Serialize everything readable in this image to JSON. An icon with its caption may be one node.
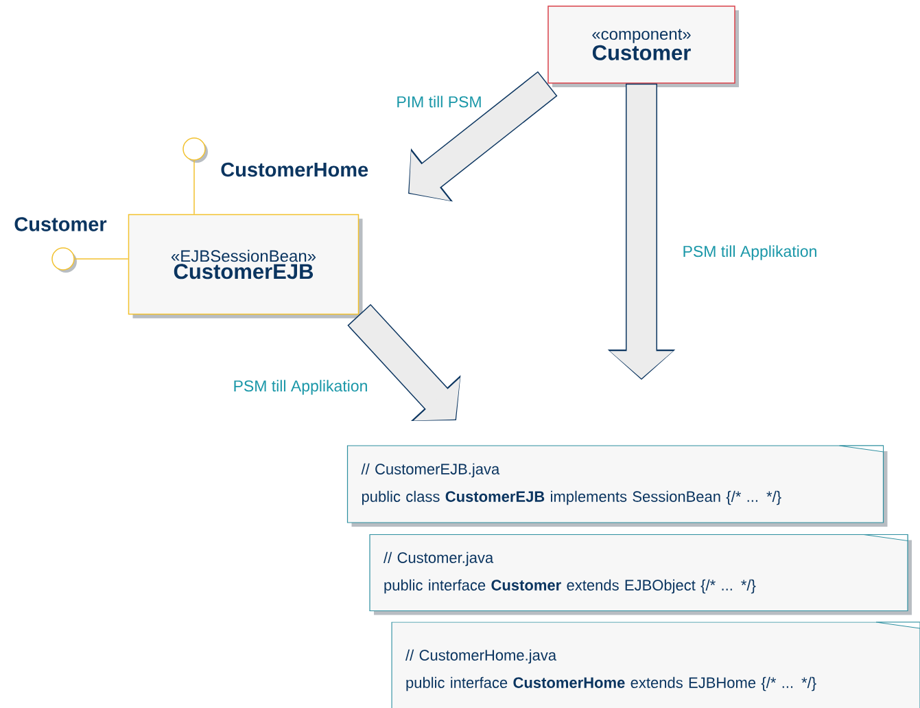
{
  "diagram": {
    "nodes": [
      {
        "text": [
          "«component»",
          "Customer"
        ]
      },
      {
        "text": [
          "«EJBSessionBean»",
          "CustomerEJB"
        ]
      },
      {
        "text": [
          "CustomerHome"
        ]
      },
      {
        "text": [
          "Customer"
        ]
      },
      {
        "text": [
          "// CustomerEJB.java",
          "public class **CustomerEJB** implements SessionBean  {/* ... */}"
        ]
      },
      {
        "text": [
          "// Customer.java",
          "public interface **Customer** extends EJBObject {/* ... */}"
        ]
      },
      {
        "text": [
          "// CustomerHome.java",
          "public interface **CustomerHome** extends EJBHome {/* ... */}"
        ]
      }
    ],
    "edges": [
      {
        "from": 0,
        "to": null,
        "arrow": "to",
        "label": "PIM till PSM"
      },
      {
        "from": 0,
        "to": null,
        "arrow": "to",
        "label": "PSM till Applikation"
      },
      {
        "from": 1,
        "to": null,
        "arrow": "to",
        "label": "PSM till Applikation"
      },
      {
        "from": 2,
        "to": 1,
        "arrow": "none",
        "color": "#f2c12e"
      },
      {
        "from": 3,
        "to": 1,
        "arrow": "none",
        "color": "#f2c12e"
      }
    ]
  }
}
